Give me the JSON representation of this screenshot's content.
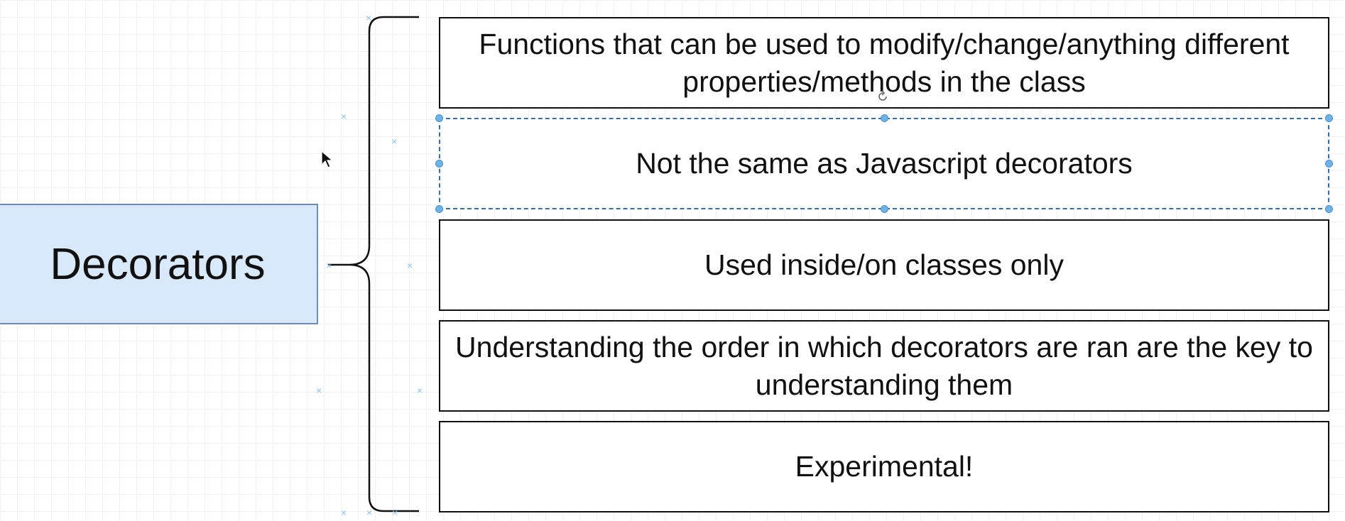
{
  "diagram": {
    "topic": "Decorators",
    "items": [
      {
        "text": "Functions that can be used to modify/change/anything different properties/methods in the class"
      },
      {
        "text": "Not the same as Javascript decorators",
        "selected": true
      },
      {
        "text": "Used inside/on classes only"
      },
      {
        "text": "Understanding the order in which decorators are ran are the key to understanding them"
      },
      {
        "text": "Experimental!"
      }
    ]
  },
  "colors": {
    "topic_fill": "#dae8fc",
    "topic_border": "#6c8ebf",
    "selection": "#6fb2e6"
  },
  "icons": {
    "cursor": "arrow-pointer-icon",
    "rotate": "rotate-handle-icon",
    "connection_point": "x-marker-icon"
  }
}
